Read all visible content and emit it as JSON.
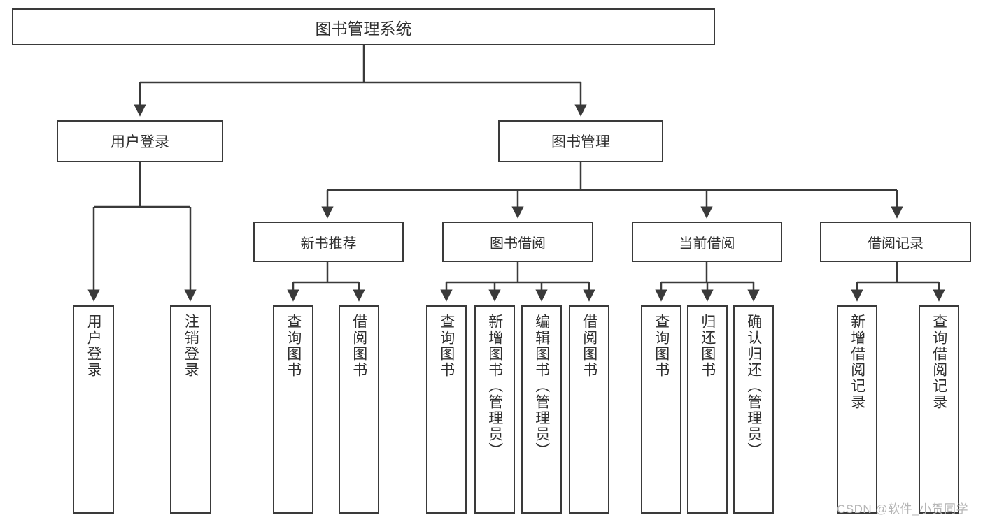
{
  "diagram": {
    "title": "图书管理系统",
    "type": "tree-hierarchy-diagram",
    "root": {
      "label": "图书管理系统"
    },
    "level1": [
      {
        "label": "用户登录"
      },
      {
        "label": "图书管理"
      }
    ],
    "level2": [
      {
        "label": "新书推荐"
      },
      {
        "label": "图书借阅"
      },
      {
        "label": "当前借阅"
      },
      {
        "label": "借阅记录"
      }
    ],
    "leaves": {
      "user_login": [
        {
          "label": "用户登录"
        },
        {
          "label": "注销登录"
        }
      ],
      "new_book_recommend": [
        {
          "label": "查询图书"
        },
        {
          "label": "借阅图书"
        }
      ],
      "book_borrow": [
        {
          "label": "查询图书"
        },
        {
          "label": "新增图书（管理员）"
        },
        {
          "label": "编辑图书（管理员）"
        },
        {
          "label": "借阅图书"
        }
      ],
      "current_borrow": [
        {
          "label": "查询图书"
        },
        {
          "label": "归还图书"
        },
        {
          "label": "确认归还（管理员）"
        }
      ],
      "borrow_record": [
        {
          "label": "新增借阅记录"
        },
        {
          "label": "查询借阅记录"
        }
      ]
    }
  },
  "watermark": {
    "text": "CSDN @软件_小贺同学"
  },
  "colors": {
    "border": "#3a3a3a",
    "text": "#2f2f2f",
    "background": "#ffffff",
    "watermark": "#b6b6b6"
  }
}
